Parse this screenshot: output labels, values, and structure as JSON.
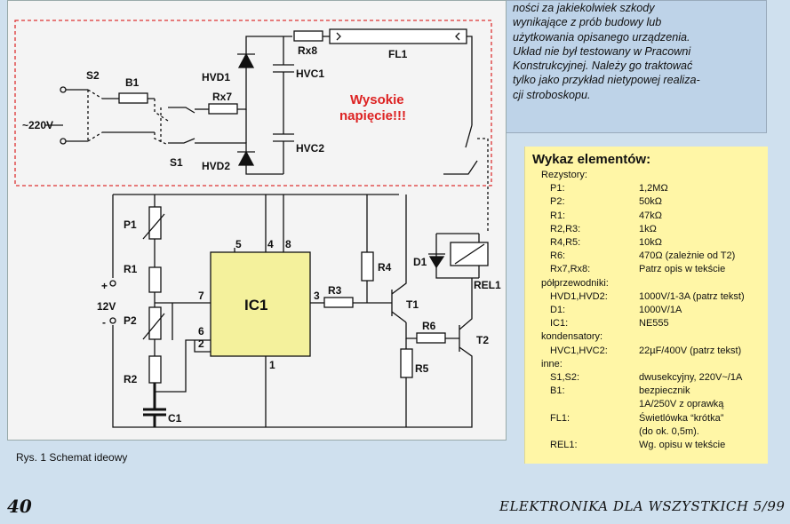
{
  "warning": {
    "lines": [
      "ności za jakiekolwiek szkody",
      "wynikające z prób budowy lub",
      "użytkowania opisanego urządzenia.",
      "Układ nie był testowany w Pracowni",
      "Konstrukcyjnej. Należy go traktować",
      "tylko jako przykład nietypowej realiza-",
      "cji stroboskopu."
    ]
  },
  "schematic": {
    "hv_label_1": "Wysokie",
    "hv_label_2": "napięcie!!!",
    "labels": {
      "S2": "S2",
      "B1": "B1",
      "Rx7": "Rx7",
      "Rx8": "Rx8",
      "FL1": "FL1",
      "HVD1": "HVD1",
      "HVD2": "HVD2",
      "HVC1": "HVC1",
      "HVC2": "HVC2",
      "S1": "S1",
      "mains": "~220V",
      "P1": "P1",
      "R1": "R1",
      "P2": "P2",
      "R2": "R2",
      "C1": "C1",
      "IC1": "IC1",
      "R3": "R3",
      "R4": "R4",
      "R5": "R5",
      "R6": "R6",
      "T1": "T1",
      "T2": "T2",
      "D1": "D1",
      "REL1": "REL1",
      "supply": "12V",
      "plus": "+",
      "minus": "-",
      "pin5": "5",
      "pin4": "4",
      "pin8": "8",
      "pin7": "7",
      "pin6": "6",
      "pin2": "2",
      "pin3": "3",
      "pin1": "1"
    }
  },
  "caption": "Rys. 1 Schemat ideowy",
  "parts_list": {
    "title": "Wykaz elementów:",
    "rows": [
      [
        "Rezystory:",
        ""
      ],
      [
        "P1:",
        "1,2MΩ"
      ],
      [
        "P2:",
        "50kΩ"
      ],
      [
        "R1:",
        "47kΩ"
      ],
      [
        "R2,R3:",
        "1kΩ"
      ],
      [
        "R4,R5:",
        "10kΩ"
      ],
      [
        "R6:",
        "470Ω (zależnie od T2)"
      ],
      [
        "Rx7,Rx8:",
        "Patrz opis w tekście"
      ],
      [
        "półprzewodniki:",
        ""
      ],
      [
        "HVD1,HVD2:",
        "1000V/1-3A (patrz tekst)"
      ],
      [
        "D1:",
        "1000V/1A"
      ],
      [
        "IC1:",
        "NE555"
      ],
      [
        "kondensatory:",
        ""
      ],
      [
        "HVC1,HVC2:",
        "22µF/400V (patrz tekst)"
      ],
      [
        "inne:",
        ""
      ],
      [
        "S1,S2:",
        "dwusekcyjny, 220V~/1A"
      ],
      [
        "B1:",
        "bezpiecznik"
      ],
      [
        "",
        "1A/250V z oprawką"
      ],
      [
        "FL1:",
        "Świetlówka “krótka”"
      ],
      [
        "",
        "(do ok. 0,5m)."
      ],
      [
        "REL1:",
        "Wg. opisu w tekście"
      ]
    ]
  },
  "footer": {
    "page_number": "40",
    "journal": "ELEKTRONIKA DLA WSZYSTKICH 5/99"
  }
}
